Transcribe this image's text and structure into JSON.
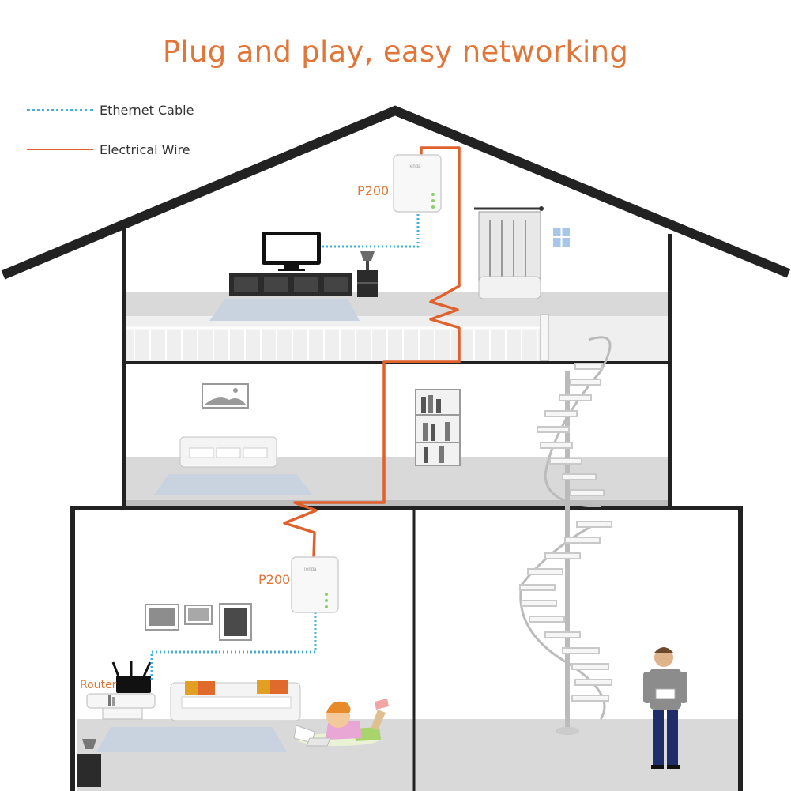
{
  "title": "Plug and play, easy networking",
  "legend": [
    {
      "label": "Ethernet Cable",
      "style": "dotted",
      "color": "#45b0dc"
    },
    {
      "label": "Electrical Wire",
      "style": "solid",
      "color": "#e0612c"
    }
  ],
  "devices": {
    "top_adapter": "P200",
    "bottom_adapter": "P200",
    "router": "Router",
    "adapter_brand": "Tenda"
  },
  "colors": {
    "accent": "#e0763a",
    "wire": "#e0612c",
    "ethernet": "#45b0dc",
    "roof": "#222222",
    "floor": "#d9d9d9"
  }
}
